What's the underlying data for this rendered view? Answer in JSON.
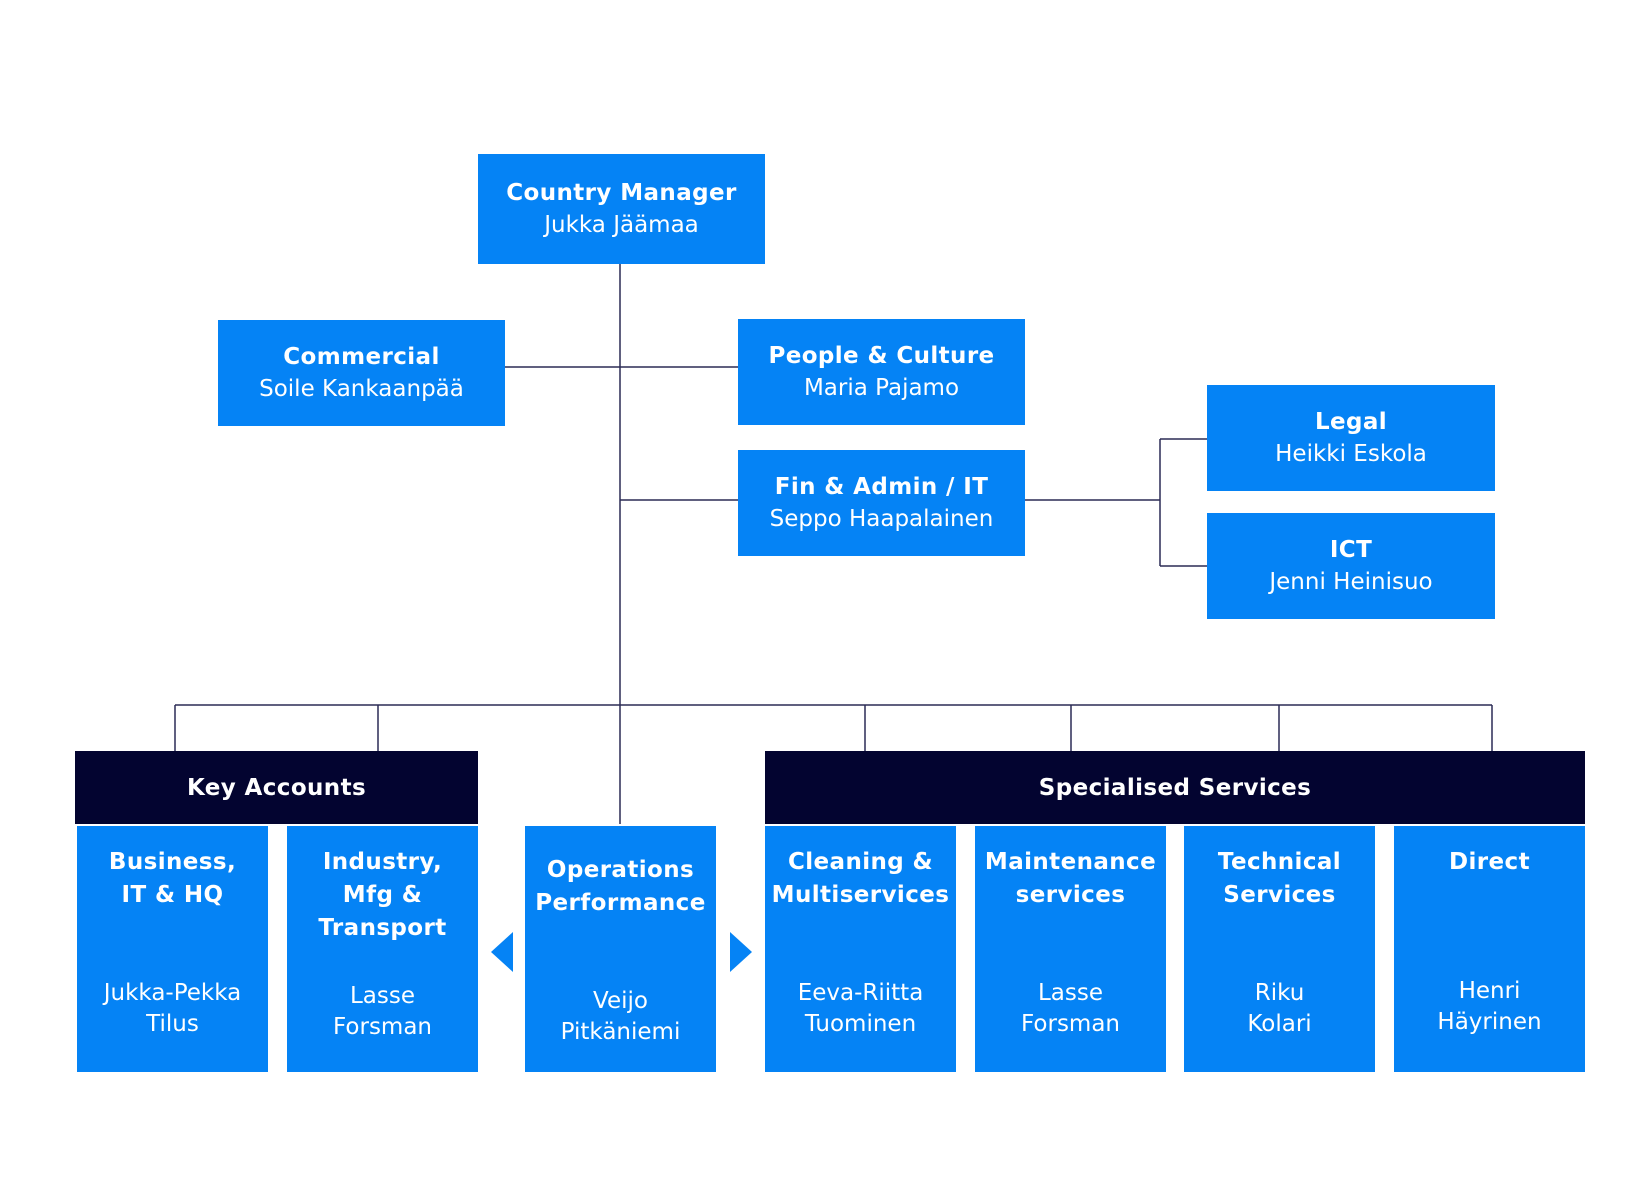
{
  "colors": {
    "box": "#0583F5",
    "header": "#030430",
    "line": "#2B2B55",
    "text": "#FFFFFF"
  },
  "country_manager": {
    "title": "Country Manager",
    "name": "Jukka Jäämaa"
  },
  "commercial": {
    "title": "Commercial",
    "name": "Soile Kankaanpää"
  },
  "people_culture": {
    "title": "People & Culture",
    "name": "Maria Pajamo"
  },
  "fin_admin": {
    "title": "Fin & Admin / IT",
    "name": "Seppo Haapalainen"
  },
  "legal": {
    "title": "Legal",
    "name": "Heikki Eskola"
  },
  "ict": {
    "title": "ICT",
    "name": "Jenni Heinisuo"
  },
  "key_accounts": {
    "header": "Key Accounts",
    "units": [
      {
        "title": "Business,\nIT & HQ",
        "name": "Jukka-Pekka\nTilus"
      },
      {
        "title": "Industry,\nMfg &\nTransport",
        "name": "Lasse\nForsman"
      }
    ]
  },
  "operations": {
    "title": "Operations\nPerformance",
    "name": "Veijo\nPitkäniemi"
  },
  "specialised_services": {
    "header": "Specialised Services",
    "units": [
      {
        "title": "Cleaning &\nMultiservices",
        "name": "Eeva-Riitta\nTuominen"
      },
      {
        "title": "Maintenance\nservices",
        "name": "Lasse\nForsman"
      },
      {
        "title": "Technical\nServices",
        "name": "Riku\nKolari"
      },
      {
        "title": "Direct",
        "name": "Henri\nHäyrinen"
      }
    ]
  }
}
